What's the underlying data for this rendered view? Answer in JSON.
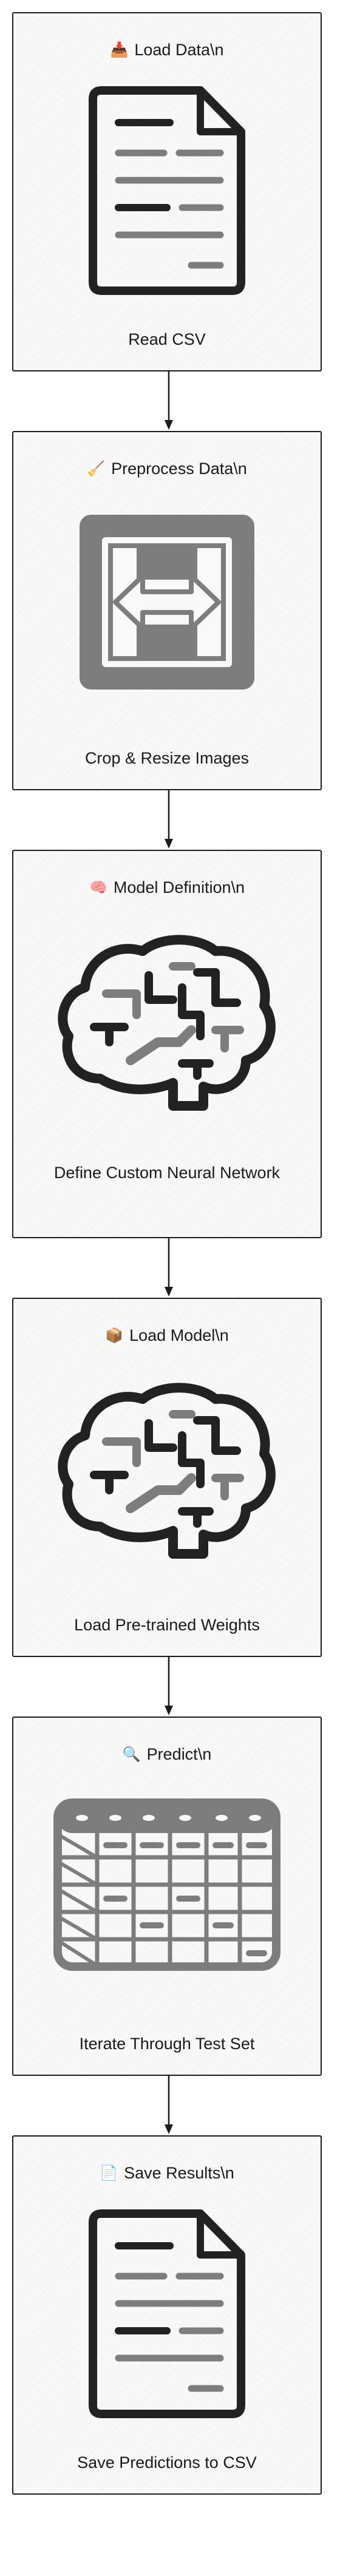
{
  "steps": [
    {
      "id": "load-data",
      "icon": "document-icon",
      "emoji": "📥",
      "title": "Load Data\\n",
      "label": "Read CSV"
    },
    {
      "id": "preprocess-data",
      "icon": "resize-icon",
      "emoji": "🧹",
      "title": "Preprocess Data\\n",
      "label": "Crop & Resize Images"
    },
    {
      "id": "model-definition",
      "icon": "brain-icon",
      "emoji": "🧠",
      "title": "Model Definition\\n",
      "label": "Define Custom Neural Network"
    },
    {
      "id": "load-model",
      "icon": "brain-icon",
      "emoji": "📦",
      "title": "Load Model\\n",
      "label": "Load Pre-trained Weights"
    },
    {
      "id": "predict",
      "icon": "table-icon",
      "emoji": "🔍",
      "title": "Predict\\n",
      "label": "Iterate Through Test Set"
    },
    {
      "id": "save-results",
      "icon": "document-icon",
      "emoji": "📄",
      "title": "Save Results\\n",
      "label": "Save Predictions to CSV"
    }
  ],
  "colors": {
    "stroke": "#1c1c1c",
    "card_fill": "#f8f8f8",
    "icon_dark": "#222222",
    "icon_grey": "#7d7d7d"
  }
}
